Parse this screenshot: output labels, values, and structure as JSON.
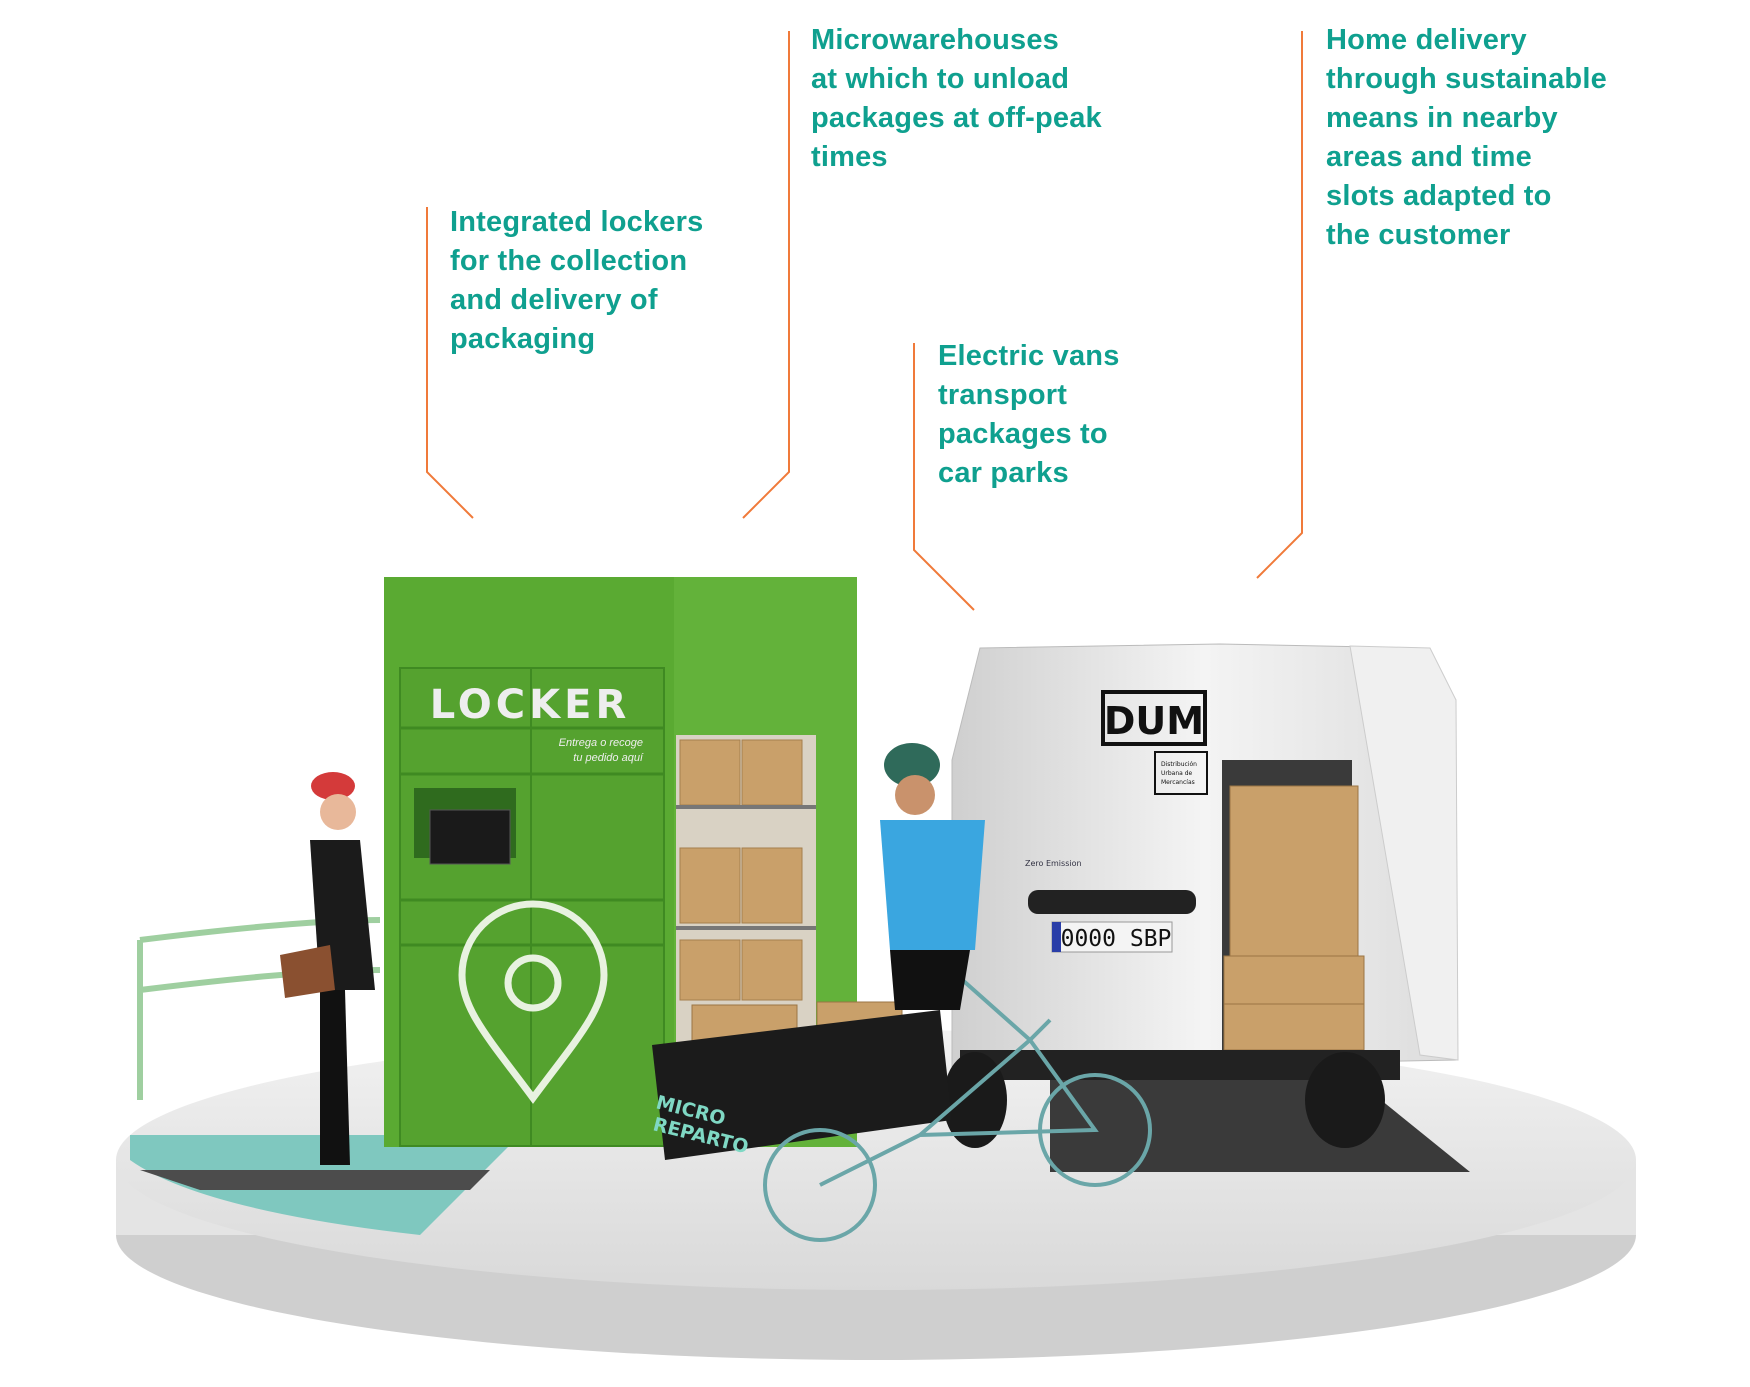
{
  "colors": {
    "accent_text": "#0fa08f",
    "leader_line": "#f07a3a",
    "locker_green": "#5aaa32"
  },
  "callouts": [
    {
      "id": "lockers",
      "lines": [
        "Integrated lockers",
        "for the collection",
        "and delivery of",
        "packaging"
      ]
    },
    {
      "id": "microwarehouses",
      "lines": [
        "Microwarehouses",
        "at which to unload",
        "packages at off-peak",
        "times"
      ]
    },
    {
      "id": "electric-vans",
      "lines": [
        "Electric vans",
        "transport",
        "packages to",
        "car parks"
      ]
    },
    {
      "id": "home-delivery",
      "lines": [
        "Home delivery",
        "through sustainable",
        "means in nearby",
        "areas and time",
        "slots adapted to",
        "the customer"
      ]
    }
  ],
  "illustration": {
    "locker_title": "LOCKER",
    "locker_subtitle_1": "Entrega o recoge",
    "locker_subtitle_2": "tu pedido aquí",
    "van_logo": "DUM",
    "van_logo_sub_1": "Distribución",
    "van_logo_sub_2": "Urbana de",
    "van_logo_sub_3": "Mercancías",
    "van_badge": "Zero Emission",
    "license_plate": "0000 SBP",
    "cargo_bike_1": "MICRO",
    "cargo_bike_2": "REPARTO"
  }
}
